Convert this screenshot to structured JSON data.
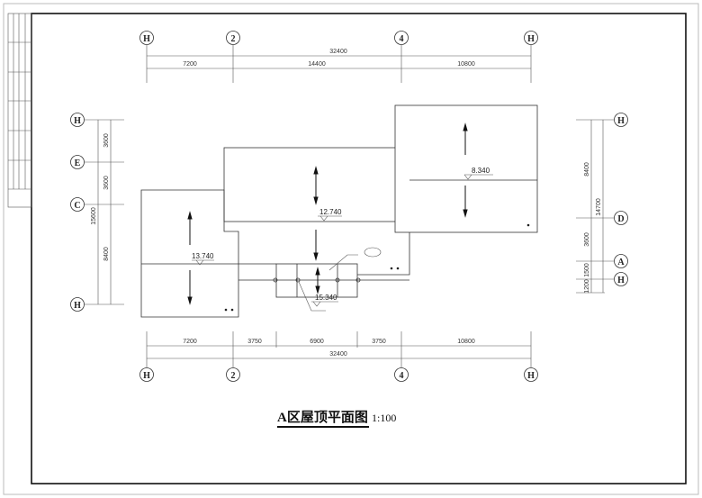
{
  "title": "A区屋顶平面图",
  "scale": "1:100",
  "top_axes": [
    "H",
    "2",
    "4",
    "H"
  ],
  "top_dims": {
    "total": "32400",
    "segments": [
      "7200",
      "14400",
      "10800"
    ]
  },
  "bottom_axes": [
    "H",
    "2",
    "4",
    "H"
  ],
  "bottom_dims": {
    "total": "32400",
    "segments": [
      "7200",
      "3750",
      "6900",
      "3750",
      "10800"
    ]
  },
  "left_axes": [
    "H",
    "E",
    "C",
    "H"
  ],
  "left_dims": {
    "total": "15600",
    "segments": [
      "3600",
      "3600",
      "8400"
    ]
  },
  "right_axes": [
    "H",
    "D",
    "A",
    "H"
  ],
  "right_dims": {
    "total": "14700",
    "segments": [
      "8400",
      "3600",
      "1500",
      "1200"
    ]
  },
  "elevations": [
    "13.740",
    "12.740",
    "8.340",
    "15.340"
  ]
}
